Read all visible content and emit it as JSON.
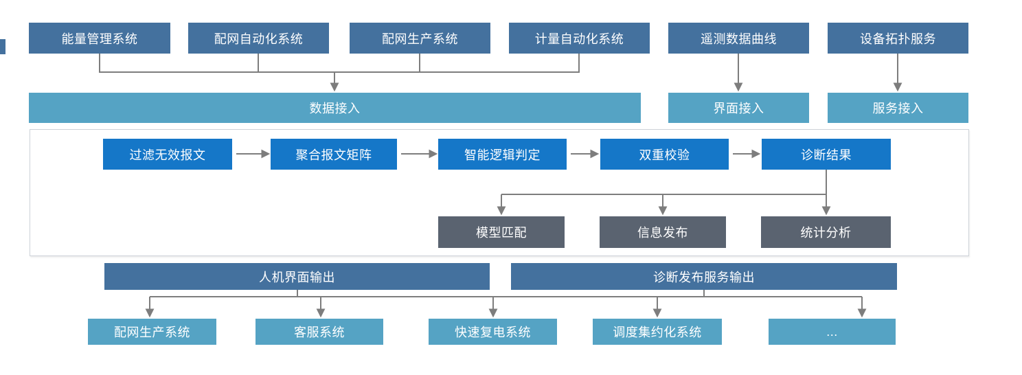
{
  "colors": {
    "source_box": "#44719e",
    "access_bar": "#55a3c4",
    "process_box": "#1577c8",
    "result_box": "#5a6370",
    "connector": "#7d7d7d"
  },
  "top_sources": [
    {
      "label": "能量管理系统"
    },
    {
      "label": "配网自动化系统"
    },
    {
      "label": "配网生产系统"
    },
    {
      "label": "计量自动化系统"
    },
    {
      "label": "遥测数据曲线"
    },
    {
      "label": "设备拓扑服务"
    }
  ],
  "access_layers": [
    {
      "label": "数据接入"
    },
    {
      "label": "界面接入"
    },
    {
      "label": "服务接入"
    }
  ],
  "pipeline_steps": [
    {
      "label": "过滤无效报文"
    },
    {
      "label": "聚合报文矩阵"
    },
    {
      "label": "智能逻辑判定"
    },
    {
      "label": "双重校验"
    },
    {
      "label": "诊断结果"
    }
  ],
  "result_actions": [
    {
      "label": "模型匹配"
    },
    {
      "label": "信息发布"
    },
    {
      "label": "统计分析"
    }
  ],
  "output_channels": [
    {
      "label": "人机界面输出"
    },
    {
      "label": "诊断发布服务输出"
    }
  ],
  "consumer_systems": [
    {
      "label": "配网生产系统"
    },
    {
      "label": "客服系统"
    },
    {
      "label": "快速复电系统"
    },
    {
      "label": "调度集约化系统"
    },
    {
      "label": "..."
    }
  ]
}
